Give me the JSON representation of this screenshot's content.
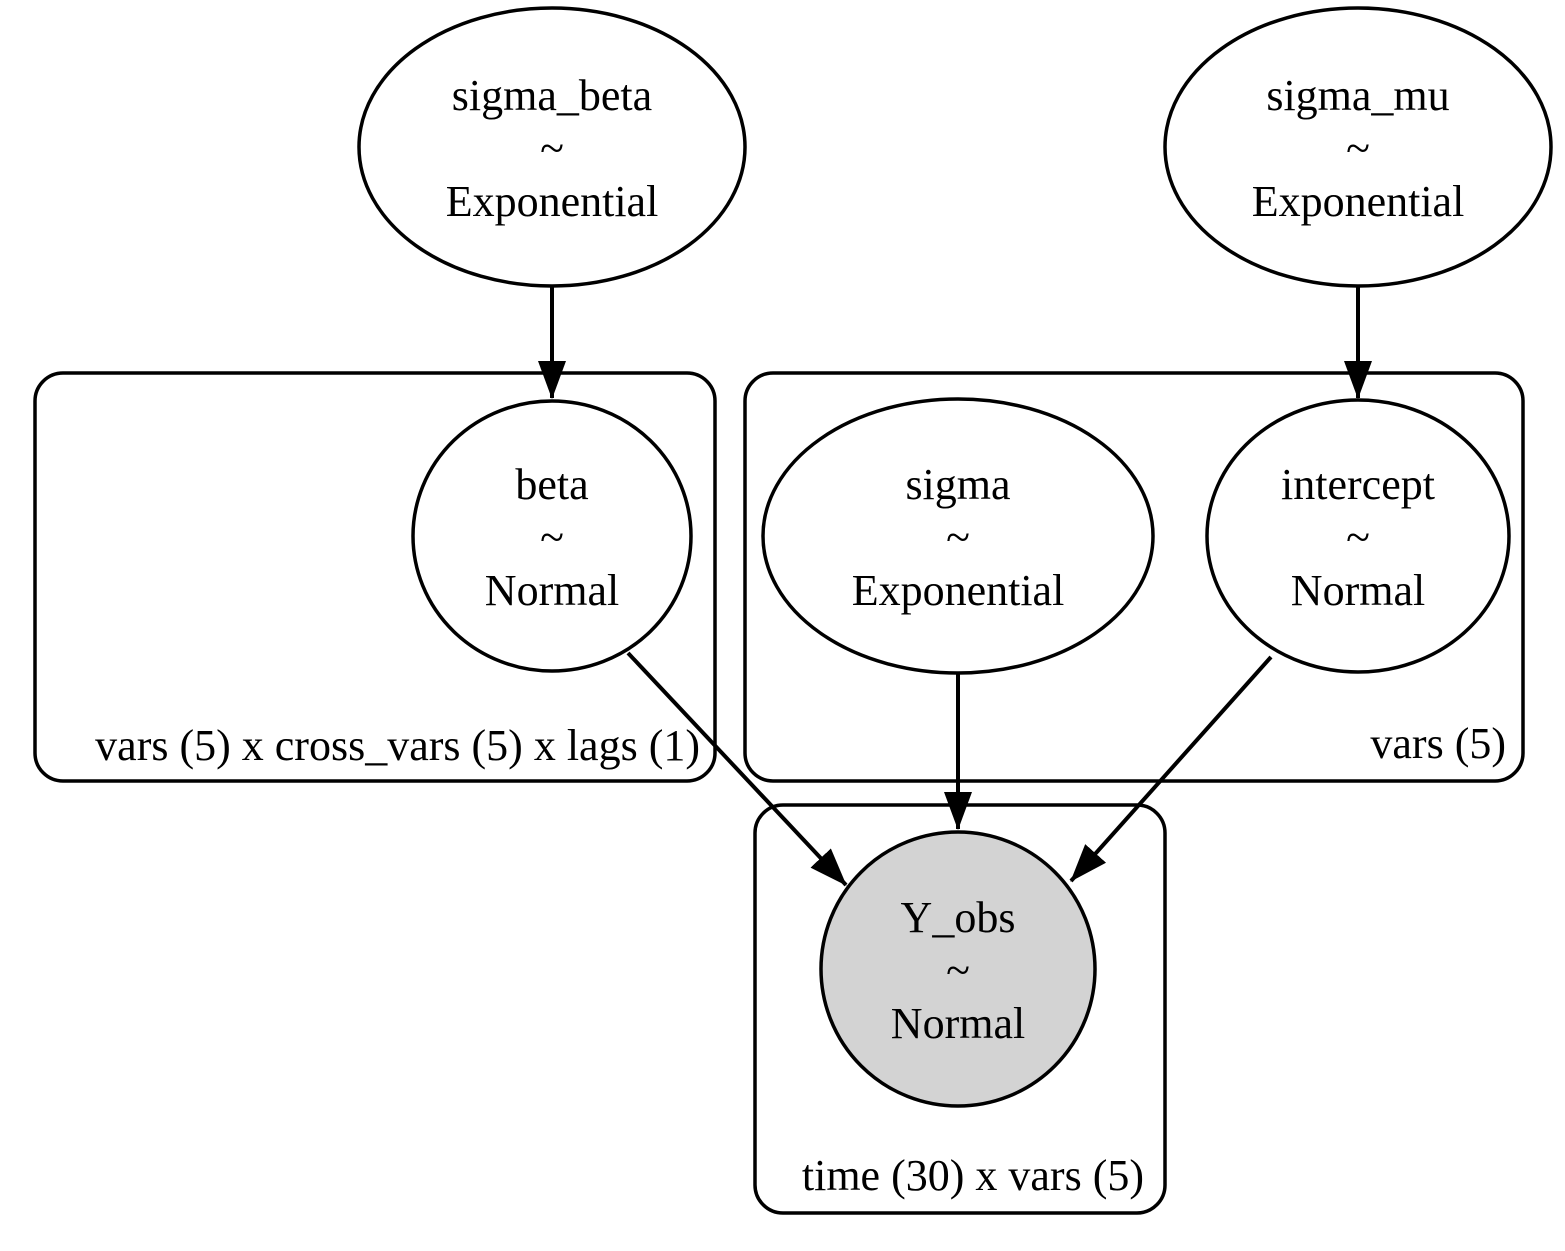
{
  "diagram": {
    "kind": "probabilistic-model-plate-notation",
    "background_color": "#ffffff",
    "line_color": "#000000",
    "observed_node_fill": "#d3d3d3",
    "latent_node_fill": "#ffffff"
  },
  "nodes": {
    "sigma_beta": {
      "name": "sigma_beta",
      "relation": "~",
      "distribution": "Exponential",
      "observed": false
    },
    "sigma_mu": {
      "name": "sigma_mu",
      "relation": "~",
      "distribution": "Exponential",
      "observed": false
    },
    "beta": {
      "name": "beta",
      "relation": "~",
      "distribution": "Normal",
      "observed": false
    },
    "sigma": {
      "name": "sigma",
      "relation": "~",
      "distribution": "Exponential",
      "observed": false
    },
    "intercept": {
      "name": "intercept",
      "relation": "~",
      "distribution": "Normal",
      "observed": false
    },
    "y_obs": {
      "name": "Y_obs",
      "relation": "~",
      "distribution": "Normal",
      "observed": true
    }
  },
  "plates": {
    "beta_plate": {
      "label": "vars (5) x cross_vars (5) x lags (1)"
    },
    "vars_plate": {
      "label": "vars (5)"
    },
    "obs_plate": {
      "label": "time (30) x vars (5)"
    }
  },
  "edges": [
    {
      "from": "sigma_beta",
      "to": "beta"
    },
    {
      "from": "sigma_mu",
      "to": "intercept"
    },
    {
      "from": "beta",
      "to": "Y_obs"
    },
    {
      "from": "sigma",
      "to": "Y_obs"
    },
    {
      "from": "intercept",
      "to": "Y_obs"
    }
  ]
}
